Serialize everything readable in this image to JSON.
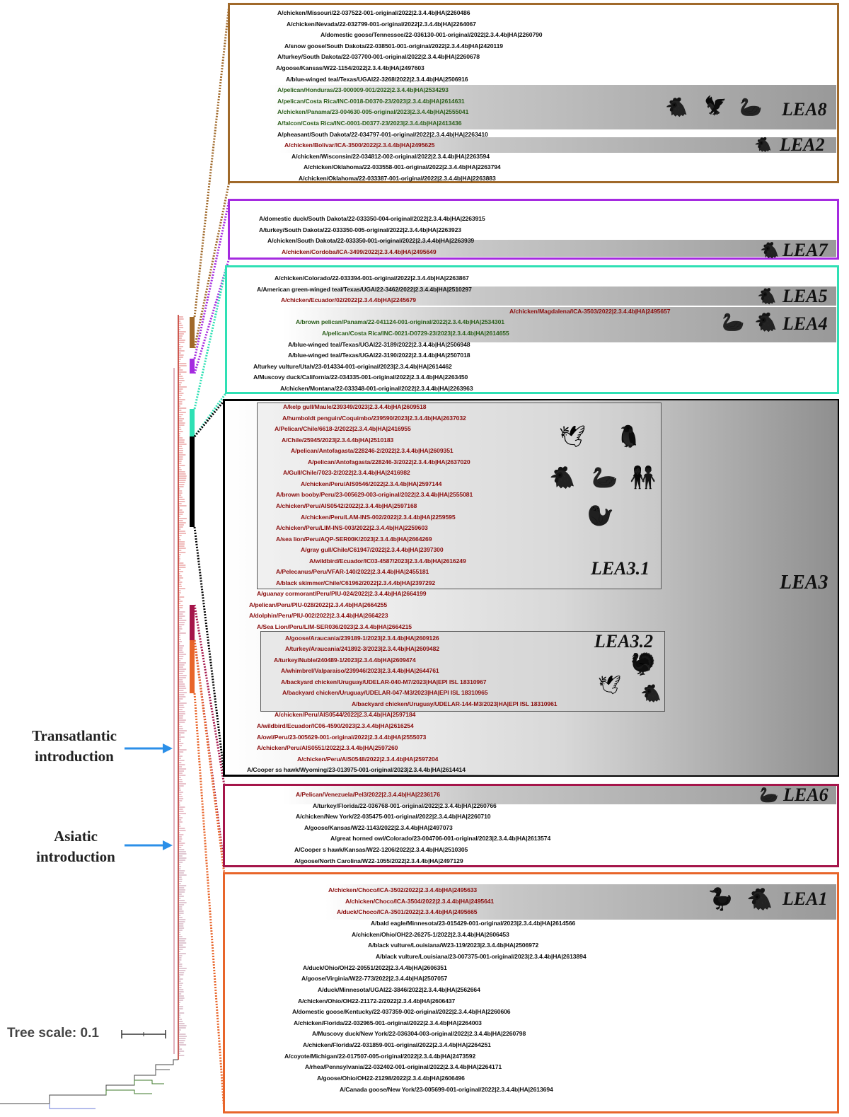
{
  "colors": {
    "LEA8": "#a0692a",
    "LEA7": "#a52ae0",
    "LEA5_LEA4": "#2ee0b4",
    "LEA3": "#000000",
    "LEA6": "#a5154a",
    "LEA1": "#e8652a",
    "arrow": "#2b8fe8",
    "red_label": "#8a0f0f",
    "green_label": "#2c5f1c",
    "black_label": "#111111"
  },
  "left": {
    "transatlantic": "Transatlantic\nintroduction",
    "asiatic": "Asiatic\nintroduction",
    "scale_label": "Tree scale: 0.1"
  },
  "panels": {
    "lea8": {
      "leaves": [
        {
          "t": "A/chicken/Missouri/22-037522-001-original/2022|2.3.4.4b|HA|2260486",
          "c": "k"
        },
        {
          "t": "A/chicken/Nevada/22-032799-001-original/2022|2.3.4.4b|HA|2264067",
          "c": "k"
        },
        {
          "t": "A/domestic goose/Tennessee/22-036130-001-original/2022|2.3.4.4b|HA|2260790",
          "c": "k"
        },
        {
          "t": "A/snow goose/South Dakota/22-038501-001-original/2022|2.3.4.4b|HA|2420119",
          "c": "k"
        },
        {
          "t": "A/turkey/South Dakota/22-037700-001-original/2022|2.3.4.4b|HA|2260678",
          "c": "k"
        },
        {
          "t": "A/goose/Kansas/W22-1154/2022|2.3.4.4b|HA|2497603",
          "c": "k"
        },
        {
          "t": "A/blue-winged teal/Texas/UGAI22-3268/2022|2.3.4.4b|HA|2506916",
          "c": "k"
        },
        {
          "t": "A/pelican/Honduras/23-000009-001/2022|2.3.4.4b|HA|2534293",
          "c": "g"
        },
        {
          "t": "A/pelican/Costa Rica/INC-0018-D0370-23/2023|2.3.4.4b|HA|2614631",
          "c": "g"
        },
        {
          "t": "A/chicken/Panama/23-004630-005-original/2023|2.3.4.4b|HA|2555041",
          "c": "g"
        },
        {
          "t": "A/falcon/Costa Rica/INC-0001-D0377-23/2023|2.3.4.4b|HA|2413436",
          "c": "g"
        },
        {
          "t": "A/pheasant/South Dakota/22-034797-001-original/2022|2.3.4.4b|HA|2263410",
          "c": "k"
        },
        {
          "t": "A/chicken/Bolivar/ICA-3500/2022|2.3.4.4b|HA|2495625",
          "c": "r"
        },
        {
          "t": "A/chicken/Wisconsin/22-034812-002-original/2022|2.3.4.4b|HA|2263594",
          "c": "k"
        },
        {
          "t": "A/chicken/Oklahoma/22-033558-001-original/2022|2.3.4.4b|HA|2263794",
          "c": "k"
        },
        {
          "t": "A/chicken/Oklahoma/22-033387-001-original/2022|2.3.4.4b|HA|2263883",
          "c": "k"
        }
      ],
      "lea_a": "LEA8",
      "lea_b": "LEA2"
    },
    "lea7": {
      "leaves": [
        {
          "t": "A/domestic duck/South Dakota/22-033350-004-original/2022|2.3.4.4b|HA|2263915",
          "c": "k"
        },
        {
          "t": "A/turkey/South Dakota/22-033350-005-original/2022|2.3.4.4b|HA|2263923",
          "c": "k"
        },
        {
          "t": "A/chicken/South Dakota/22-033350-001-original/2022|2.3.4.4b|HA|2263939",
          "c": "k"
        },
        {
          "t": "A/chicken/Cordoba/ICA-3499/2022|2.3.4.4b|HA|2495649",
          "c": "r"
        }
      ],
      "lea_a": "LEA7"
    },
    "lea5": {
      "leaves": [
        {
          "t": "A/chicken/Colorado/22-033394-001-original/2022|2.3.4.4b|HA|2263867",
          "c": "k"
        },
        {
          "t": "A/American green-winged teal/Texas/UGAI22-3462/2022|2.3.4.4b|HA|2510297",
          "c": "k"
        },
        {
          "t": "A/chicken/Ecuador/02/2022|2.3.4.4b|HA|2245679",
          "c": "r"
        },
        {
          "t": "A/chicken/Magdalena/ICA-3503/2022|2.3.4.4b|HA|2495657",
          "c": "r"
        },
        {
          "t": "A/brown pelican/Panama/22-041124-001-original/2022|2.3.4.4b|HA|2534301",
          "c": "g"
        },
        {
          "t": "A/pelican/Costa Rica/INC-0021-D0729-23/2023|2.3.4.4b|HA|2614655",
          "c": "g"
        },
        {
          "t": "A/blue-winged teal/Texas/UGAI22-3189/2022|2.3.4.4b|HA|2506948",
          "c": "k"
        },
        {
          "t": "A/blue-winged teal/Texas/UGAI22-3190/2022|2.3.4.4b|HA|2507018",
          "c": "k"
        },
        {
          "t": "A/turkey vulture/Utah/23-014334-001-original/2023|2.3.4.4b|HA|2614462",
          "c": "k"
        },
        {
          "t": "A/Muscovy duck/California/22-034335-001-original/2022|2.3.4.4b|HA|2263450",
          "c": "k"
        },
        {
          "t": "A/chicken/Montana/22-033348-001-original/2022|2.3.4.4b|HA|2263963",
          "c": "k"
        }
      ],
      "lea_a": "LEA5",
      "lea_b": "LEA4"
    },
    "lea3": {
      "leaves": [
        {
          "t": "A/kelp gull/Maule/239349/2023|2.3.4.4b|HA|2609518",
          "c": "r"
        },
        {
          "t": "A/humboldt penguin/Coquimbo/239590/2023|2.3.4.4b|HA|2637032",
          "c": "r"
        },
        {
          "t": "A/Pelican/Chile/6618-2/2022|2.3.4.4b|HA|2416955",
          "c": "r"
        },
        {
          "t": "A/Chile/25945/2023|2.3.4.4b|HA|2510183",
          "c": "r"
        },
        {
          "t": "A/pelican/Antofagasta/228246-2/2022|2.3.4.4b|HA|2609351",
          "c": "r"
        },
        {
          "t": "A/pelican/Antofagasta/228246-3/2022|2.3.4.4b|HA|2637020",
          "c": "r"
        },
        {
          "t": "A/Gull/Chile/7023-2/2022|2.3.4.4b|HA|2416982",
          "c": "r"
        },
        {
          "t": "A/chicken/Peru/AIS0546/2022|2.3.4.4b|HA|2597144",
          "c": "r"
        },
        {
          "t": "A/brown booby/Peru/23-005629-003-original/2022|2.3.4.4b|HA|2555081",
          "c": "r"
        },
        {
          "t": "A/chicken/Peru/AIS0542/2022|2.3.4.4b|HA|2597168",
          "c": "r"
        },
        {
          "t": "A/chicken/Peru/LAM-INS-002/2022|2.3.4.4b|HA|2259595",
          "c": "r"
        },
        {
          "t": "A/chicken/Peru/LIM-INS-003/2022|2.3.4.4b|HA|2259603",
          "c": "r"
        },
        {
          "t": "A/sea lion/Peru/AQP-SER00K/2023|2.3.4.4b|HA|2664269",
          "c": "r"
        },
        {
          "t": "A/gray gull/Chile/C61947/2022|2.3.4.4b|HA|2397300",
          "c": "r"
        },
        {
          "t": "A/wildbird/Ecuador/IC03-4587/2023|2.3.4.4b|HA|2616249",
          "c": "r"
        },
        {
          "t": "A/Pelecanus/Peru/VFAR-140/2022|2.3.4.4b|HA|2455181",
          "c": "r"
        },
        {
          "t": "A/black skimmer/Chile/C61962/2022|2.3.4.4b|HA|2397292",
          "c": "r"
        },
        {
          "t": "A/guanay cormorant/Peru/PIU-024/2022|2.3.4.4b|HA|2664199",
          "c": "r"
        },
        {
          "t": "A/pelican/Peru/PIU-028/2022|2.3.4.4b|HA|2664255",
          "c": "r"
        },
        {
          "t": "A/dolphin/Peru/PIU-002/2022|2.3.4.4b|HA|2664223",
          "c": "r"
        },
        {
          "t": "A/Sea Lion/Peru/LIM-SER036/2023|2.3.4.4b|HA|2664215",
          "c": "r"
        },
        {
          "t": "A/goose/Araucania/239189-1/2023|2.3.4.4b|HA|2609126",
          "c": "r"
        },
        {
          "t": "A/turkey/Araucania/241892-3/2023|2.3.4.4b|HA|2609482",
          "c": "r"
        },
        {
          "t": "A/turkey/Nuble/240489-1/2023|2.3.4.4b|HA|2609474",
          "c": "r"
        },
        {
          "t": "A/whimbrel/Valparaiso/239946/2023|2.3.4.4b|HA|2644761",
          "c": "r"
        },
        {
          "t": "A/backyard chicken/Uruguay/UDELAR-040-M7/2023|HA|EPI ISL 18310967",
          "c": "r"
        },
        {
          "t": "A/backyard chicken/Uruguay/UDELAR-047-M3/2023|HA|EPI ISL 18310965",
          "c": "r"
        },
        {
          "t": "A/backyard chicken/Uruguay/UDELAR-144-M3/2023|HA|EPI ISL 18310961",
          "c": "r"
        },
        {
          "t": "A/chicken/Peru/AIS0544/2022|2.3.4.4b|HA|2597184",
          "c": "r"
        },
        {
          "t": "A/wildbird/Ecuador/IC06-4590/2023|2.3.4.4b|HA|2616254",
          "c": "r"
        },
        {
          "t": "A/owl/Peru/23-005629-001-original/2022|2.3.4.4b|HA|2555073",
          "c": "r"
        },
        {
          "t": "A/chicken/Peru/AIS0551/2022|2.3.4.4b|HA|2597260",
          "c": "r"
        },
        {
          "t": "A/chicken/Peru/AIS0548/2022|2.3.4.4b|HA|2597204",
          "c": "r"
        },
        {
          "t": "A/Cooper ss hawk/Wyoming/23-013975-001-original/2023|2.3.4.4b|HA|2614414",
          "c": "k"
        }
      ],
      "lea_main": "LEA3",
      "lea_sub1": "LEA3.1",
      "lea_sub2": "LEA3.2"
    },
    "lea6": {
      "leaves": [
        {
          "t": "A/Pelican/Venezuela/Pel3/2022|2.3.4.4b|HA|2236176",
          "c": "r"
        },
        {
          "t": "A/turkey/Florida/22-036768-001-original/2022|2.3.4.4b|HA|2260766",
          "c": "k"
        },
        {
          "t": "A/chicken/New York/22-035475-001-original/2022|2.3.4.4b|HA|2260710",
          "c": "k"
        },
        {
          "t": "A/goose/Kansas/W22-1143/2022|2.3.4.4b|HA|2497073",
          "c": "k"
        },
        {
          "t": "A/great horned owl/Colorado/23-004706-001-original/2023|2.3.4.4b|HA|2613574",
          "c": "k"
        },
        {
          "t": "A/Cooper s hawk/Kansas/W22-1206/2022|2.3.4.4b|HA|2510305",
          "c": "k"
        },
        {
          "t": "A/goose/North Carolina/W22-1055/2022|2.3.4.4b|HA|2497129",
          "c": "k"
        }
      ],
      "lea_a": "LEA6"
    },
    "lea1": {
      "leaves": [
        {
          "t": "A/chicken/Choco/ICA-3502/2022|2.3.4.4b|HA|2495633",
          "c": "r"
        },
        {
          "t": "A/chicken/Choco/ICA-3504/2022|2.3.4.4b|HA|2495641",
          "c": "r"
        },
        {
          "t": "A/duck/Choco/ICA-3501/2022|2.3.4.4b|HA|2495665",
          "c": "r"
        },
        {
          "t": "A/bald eagle/Minnesota/23-015429-001-original/2023|2.3.4.4b|HA|2614566",
          "c": "k"
        },
        {
          "t": "A/chicken/Ohio/OH22-26275-1/2022|2.3.4.4b|HA|2606453",
          "c": "k"
        },
        {
          "t": "A/black vulture/Louisiana/W23-119/2023|2.3.4.4b|HA|2506972",
          "c": "k"
        },
        {
          "t": "A/black vulture/Louisiana/23-007375-001-original/2023|2.3.4.4b|HA|2613894",
          "c": "k"
        },
        {
          "t": "A/duck/Ohio/OH22-20551/2022|2.3.4.4b|HA|2606351",
          "c": "k"
        },
        {
          "t": "A/goose/Virginia/W22-773/2022|2.3.4.4b|HA|2507057",
          "c": "k"
        },
        {
          "t": "A/duck/Minnesota/UGAI22-3846/2022|2.3.4.4b|HA|2562664",
          "c": "k"
        },
        {
          "t": "A/chicken/Ohio/OH22-21172-2/2022|2.3.4.4b|HA|2606437",
          "c": "k"
        },
        {
          "t": "A/domestic goose/Kentucky/22-037359-002-original/2022|2.3.4.4b|HA|2260606",
          "c": "k"
        },
        {
          "t": "A/chicken/Florida/22-032965-001-original/2022|2.3.4.4b|HA|2264003",
          "c": "k"
        },
        {
          "t": "A/Muscovy duck/New York/22-036304-003-original/2022|2.3.4.4b|HA|2260798",
          "c": "k"
        },
        {
          "t": "A/chicken/Florida/22-031859-001-original/2022|2.3.4.4b|HA|2264251",
          "c": "k"
        },
        {
          "t": "A/coyote/Michigan/22-017507-005-original/2022|2.3.4.4b|HA|2473592",
          "c": "k"
        },
        {
          "t": "A/rhea/Pennsylvania/22-032402-001-original/2022|2.3.4.4b|HA|2264171",
          "c": "k"
        },
        {
          "t": "A/goose/Ohio/OH22-21298/2022|2.3.4.4b|HA|2606496",
          "c": "k"
        },
        {
          "t": "A/Canada goose/New York/23-005699-001-original/2022|2.3.4.4b|HA|2613694",
          "c": "k"
        }
      ],
      "lea_a": "LEA1"
    }
  }
}
